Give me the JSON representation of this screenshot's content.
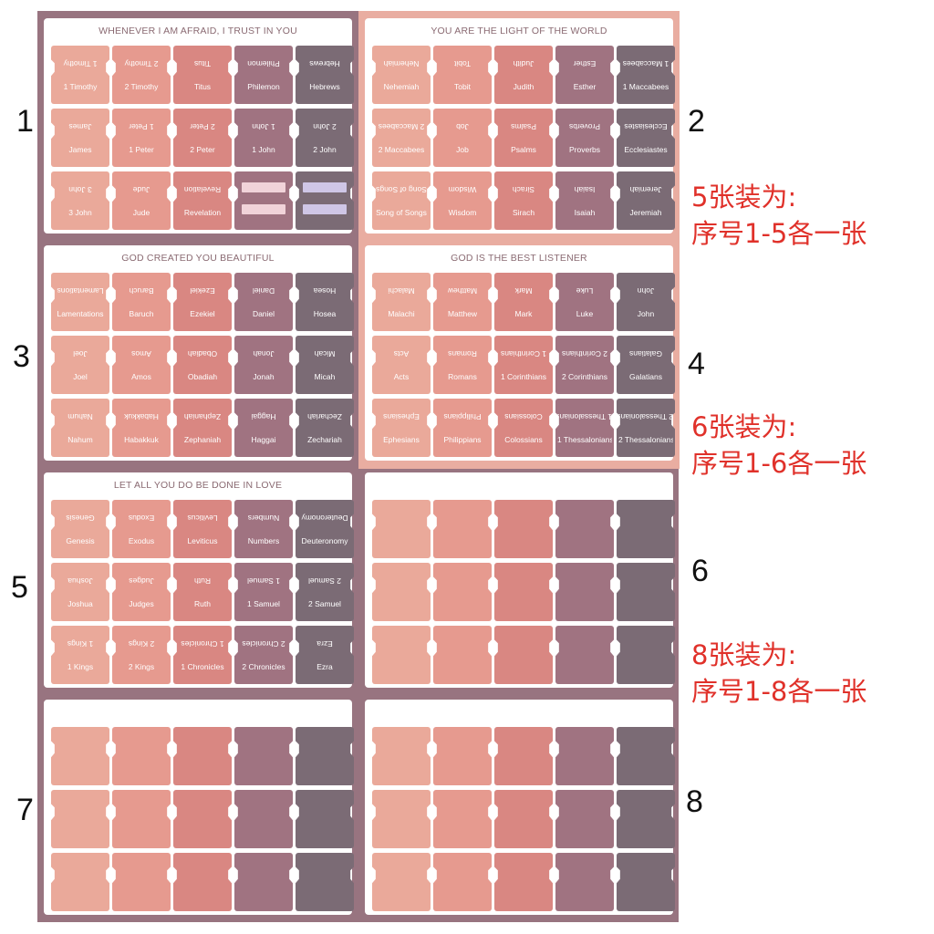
{
  "colors": {
    "sheet_bg": "#987480",
    "highlight_bg": "#e9ada1",
    "columns": [
      "#eaa99a",
      "#e69a8f",
      "#d98782",
      "#a07381",
      "#7b6b75"
    ],
    "note_text": "#e0312a"
  },
  "panels": [
    {
      "title": "WHENEVER I AM AFRAID, I TRUST IN YOU",
      "rows": [
        [
          "1 Timothy",
          "2 Timothy",
          "Titus",
          "Philemon",
          "Hebrews"
        ],
        [
          "James",
          "1 Peter",
          "2 Peter",
          "1 John",
          "2 John"
        ],
        [
          "3 John",
          "Jude",
          "Revelation",
          "",
          ""
        ]
      ]
    },
    {
      "title": "YOU ARE THE LIGHT OF THE WORLD",
      "rows": [
        [
          "Nehemiah",
          "Tobit",
          "Judith",
          "Esther",
          "1 Maccabees"
        ],
        [
          "2 Maccabees",
          "Job",
          "Psalms",
          "Proverbs",
          "Ecclesiastes"
        ],
        [
          "Song of Songs",
          "Wisdom",
          "Sirach",
          "Isaiah",
          "Jeremiah"
        ]
      ]
    },
    {
      "title": "GOD CREATED YOU BEAUTIFUL",
      "rows": [
        [
          "Lamentations",
          "Baruch",
          "Ezekiel",
          "Daniel",
          "Hosea"
        ],
        [
          "Joel",
          "Amos",
          "Obadiah",
          "Jonah",
          "Micah"
        ],
        [
          "Nahum",
          "Habakkuk",
          "Zephaniah",
          "Haggai",
          "Zechariah"
        ]
      ]
    },
    {
      "title": "GOD IS THE BEST LISTENER",
      "rows": [
        [
          "Malachi",
          "Matthew",
          "Mark",
          "Luke",
          "John"
        ],
        [
          "Acts",
          "Romans",
          "1 Corinthians",
          "2 Corinthians",
          "Galatians"
        ],
        [
          "Ephesians",
          "Philippians",
          "Colossians",
          "1 Thessalonians",
          "2 Thessalonians"
        ]
      ]
    },
    {
      "title": "LET ALL YOU DO BE DONE IN LOVE",
      "rows": [
        [
          "Genesis",
          "Exodus",
          "Leviticus",
          "Numbers",
          "Deuteronomy"
        ],
        [
          "Joshua",
          "Judges",
          "Ruth",
          "1 Samuel",
          "2 Samuel"
        ],
        [
          "1 Kings",
          "2 Kings",
          "1 Chronicles",
          "2 Chronicles",
          "Ezra"
        ]
      ]
    },
    {
      "title": "",
      "rows": [
        [
          "",
          "",
          "",
          "",
          ""
        ],
        [
          "",
          "",
          "",
          "",
          ""
        ],
        [
          "",
          "",
          "",
          "",
          ""
        ]
      ]
    },
    {
      "title": "",
      "rows": [
        [
          "",
          "",
          "",
          "",
          ""
        ],
        [
          "",
          "",
          "",
          "",
          ""
        ],
        [
          "",
          "",
          "",
          "",
          ""
        ]
      ]
    },
    {
      "title": "",
      "rows": [
        [
          "",
          "",
          "",
          "",
          ""
        ],
        [
          "",
          "",
          "",
          "",
          ""
        ],
        [
          "",
          "",
          "",
          "",
          ""
        ]
      ]
    }
  ],
  "sheet_numbers": [
    "1",
    "2",
    "3",
    "4",
    "5",
    "6",
    "7",
    "8"
  ],
  "notes": [
    {
      "line1": "5张装为:",
      "line2": "序号1-5各一张"
    },
    {
      "line1": "6张装为:",
      "line2": "序号1-6各一张"
    },
    {
      "line1": "8张装为:",
      "line2": "序号1-8各一张"
    }
  ]
}
